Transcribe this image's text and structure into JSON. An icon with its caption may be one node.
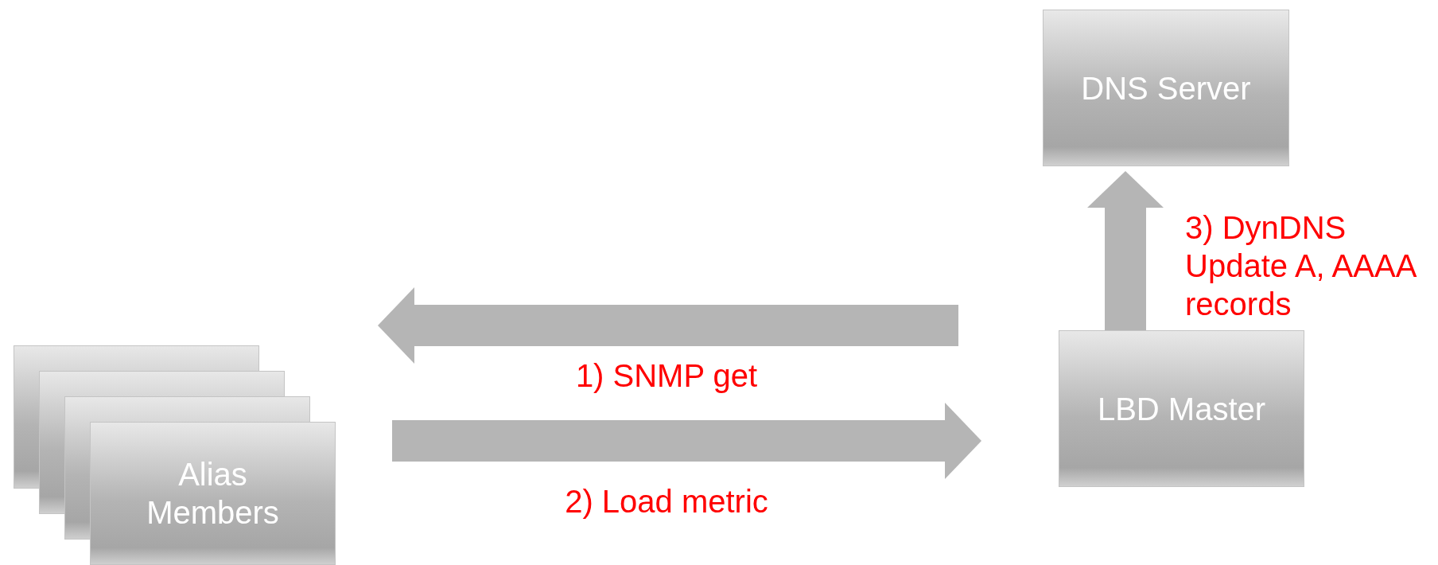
{
  "diagram": {
    "nodes": [
      {
        "text": [
          "DNS Server"
        ]
      },
      {
        "text": [
          "LBD Master"
        ]
      },
      {
        "text": [
          "Alias Members"
        ]
      }
    ],
    "edges": [
      {
        "from": 1,
        "to": 2,
        "arrow": "to",
        "label": "1) SNMP get"
      },
      {
        "from": 2,
        "to": 1,
        "arrow": "to",
        "label": "2) Load metric"
      },
      {
        "from": 1,
        "to": 0,
        "arrow": "to",
        "label": "3) DynDNS Update A, AAAA records"
      }
    ]
  }
}
